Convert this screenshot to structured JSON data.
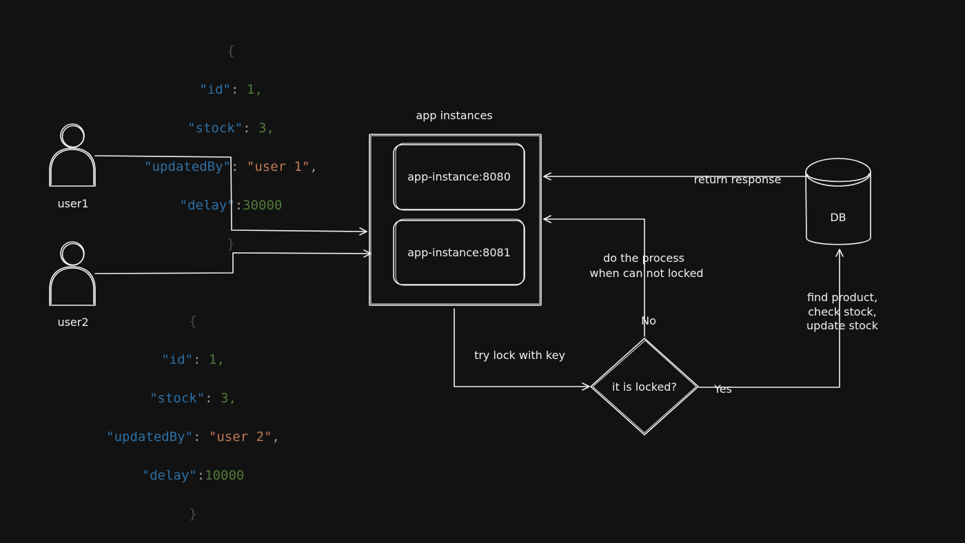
{
  "users": [
    {
      "label": "user1"
    },
    {
      "label": "user2"
    }
  ],
  "requests": [
    {
      "brace_open": "{",
      "brace_close": "}",
      "id_key": "\"id\"",
      "id_value": "1,",
      "stock_key": "\"stock\"",
      "stock_value": "3,",
      "updated_key": "\"updatedBy\"",
      "updated_value": "\"user 1\"",
      "comma": ",",
      "delay_key": "\"delay\"",
      "delay_value": "30000",
      "colon": ":"
    },
    {
      "brace_open": "{",
      "brace_close": "}",
      "id_key": "\"id\"",
      "id_value": "1,",
      "stock_key": "\"stock\"",
      "stock_value": "3,",
      "updated_key": "\"updatedBy\"",
      "updated_value": "\"user 2\"",
      "comma": ",",
      "delay_key": "\"delay\"",
      "delay_value": "10000",
      "colon": ":"
    }
  ],
  "app_group": {
    "title": "app instances",
    "instances": [
      "app-instance:8080",
      "app-instance:8081"
    ]
  },
  "db": {
    "label": "DB"
  },
  "decision": {
    "label": "it is locked?",
    "yes": "Yes",
    "no": "No"
  },
  "edges": {
    "try_lock": "try lock with key",
    "return_response": "return response",
    "no_branch": [
      "do the process",
      "when can not locked"
    ],
    "yes_branch": [
      "find product,",
      "check stock,",
      "update stock"
    ]
  },
  "colors": {
    "background": "#121212",
    "stroke": "#f2f2f2",
    "json_key": "#2e6fa3",
    "json_number": "#4f7a3a",
    "json_string": "#c07a55",
    "json_brace": "#4a4a4a"
  }
}
